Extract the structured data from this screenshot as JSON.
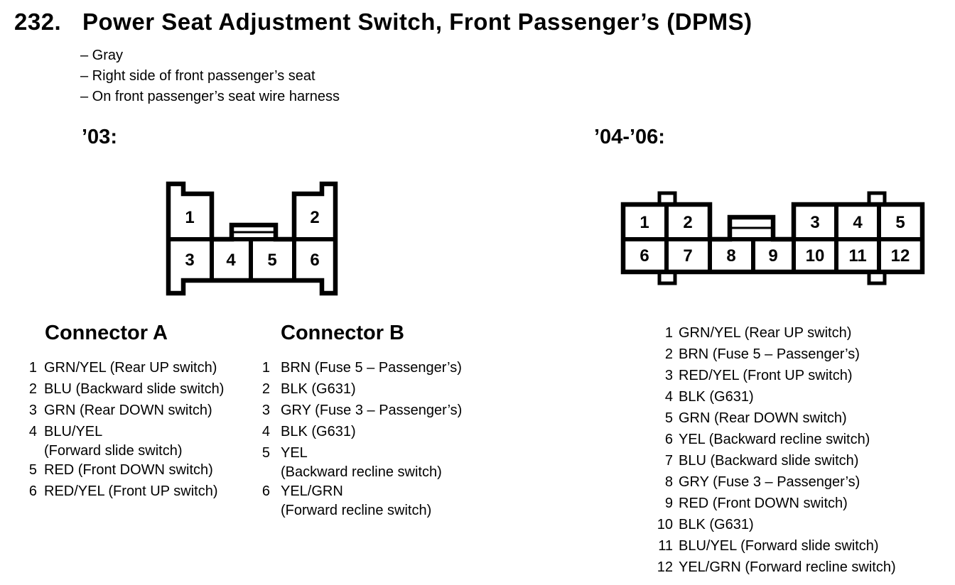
{
  "header": {
    "number": "232.",
    "title": "Power Seat Adjustment Switch, Front Passenger’s (DPMS)",
    "notes": [
      "– Gray",
      "– Right side of front passenger’s seat",
      "– On front passenger’s seat wire harness"
    ]
  },
  "diagram03": {
    "label": "’03:",
    "pins": [
      "1",
      "2",
      "3",
      "4",
      "5",
      "6"
    ]
  },
  "diagram0406": {
    "label": "’04-’06:",
    "pins": [
      "1",
      "2",
      "3",
      "4",
      "5",
      "6",
      "7",
      "8",
      "9",
      "10",
      "11",
      "12"
    ]
  },
  "connectorA": {
    "heading": "Connector A",
    "items": [
      {
        "num": "1",
        "lines": [
          "GRN/YEL (Rear UP switch)"
        ]
      },
      {
        "num": "2",
        "lines": [
          "BLU (Backward slide switch)"
        ]
      },
      {
        "num": "3",
        "lines": [
          "GRN (Rear DOWN switch)"
        ]
      },
      {
        "num": "4",
        "lines": [
          "BLU/YEL",
          "(Forward slide switch)"
        ]
      },
      {
        "num": "5",
        "lines": [
          "RED (Front DOWN switch)"
        ]
      },
      {
        "num": "6",
        "lines": [
          "RED/YEL (Front UP switch)"
        ]
      }
    ]
  },
  "connectorB": {
    "heading": "Connector B",
    "items": [
      {
        "num": "1",
        "lines": [
          "BRN (Fuse 5 – Passenger’s)"
        ]
      },
      {
        "num": "2",
        "lines": [
          "BLK (G631)"
        ]
      },
      {
        "num": "3",
        "lines": [
          "GRY (Fuse 3 – Passenger’s)"
        ]
      },
      {
        "num": "4",
        "lines": [
          "BLK (G631)"
        ]
      },
      {
        "num": "5",
        "lines": [
          "YEL",
          "(Backward recline switch)"
        ]
      },
      {
        "num": "6",
        "lines": [
          "YEL/GRN",
          "(Forward recline switch)"
        ]
      }
    ]
  },
  "list0406": {
    "items": [
      {
        "num": "1",
        "lines": [
          "GRN/YEL (Rear UP switch)"
        ]
      },
      {
        "num": "2",
        "lines": [
          "BRN (Fuse 5 – Passenger’s)"
        ]
      },
      {
        "num": "3",
        "lines": [
          "RED/YEL (Front UP switch)"
        ]
      },
      {
        "num": "4",
        "lines": [
          "BLK (G631)"
        ]
      },
      {
        "num": "5",
        "lines": [
          "GRN (Rear DOWN switch)"
        ]
      },
      {
        "num": "6",
        "lines": [
          "YEL (Backward recline switch)"
        ]
      },
      {
        "num": "7",
        "lines": [
          "BLU (Backward slide switch)"
        ]
      },
      {
        "num": "8",
        "lines": [
          "GRY (Fuse 3 – Passenger’s)"
        ]
      },
      {
        "num": "9",
        "lines": [
          "RED (Front DOWN switch)"
        ]
      },
      {
        "num": "10",
        "lines": [
          "BLK (G631)"
        ]
      },
      {
        "num": "11",
        "lines": [
          "BLU/YEL (Forward slide switch)"
        ]
      },
      {
        "num": "12",
        "lines": [
          "YEL/GRN (Forward recline switch)"
        ]
      }
    ]
  },
  "colors": {
    "ink": "#000000",
    "paper": "#ffffff"
  }
}
